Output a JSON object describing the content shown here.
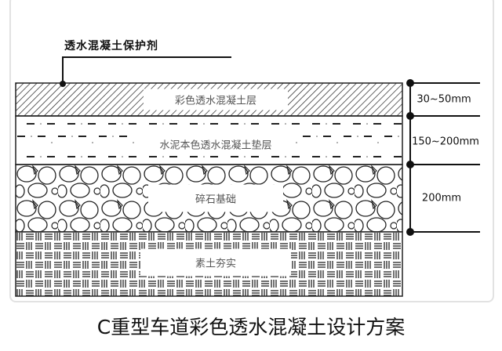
{
  "leader_label": "透水混凝土保护剂",
  "layers": [
    {
      "name": "彩色透水混凝土层",
      "thickness": "30~50mm"
    },
    {
      "name": "水泥本色透水混凝土垫层",
      "thickness": "150~200mm"
    },
    {
      "name": "碎石基础",
      "thickness": "200mm"
    },
    {
      "name": "素土夯实"
    }
  ],
  "title": "C重型车道彩色透水混凝土设计方案"
}
